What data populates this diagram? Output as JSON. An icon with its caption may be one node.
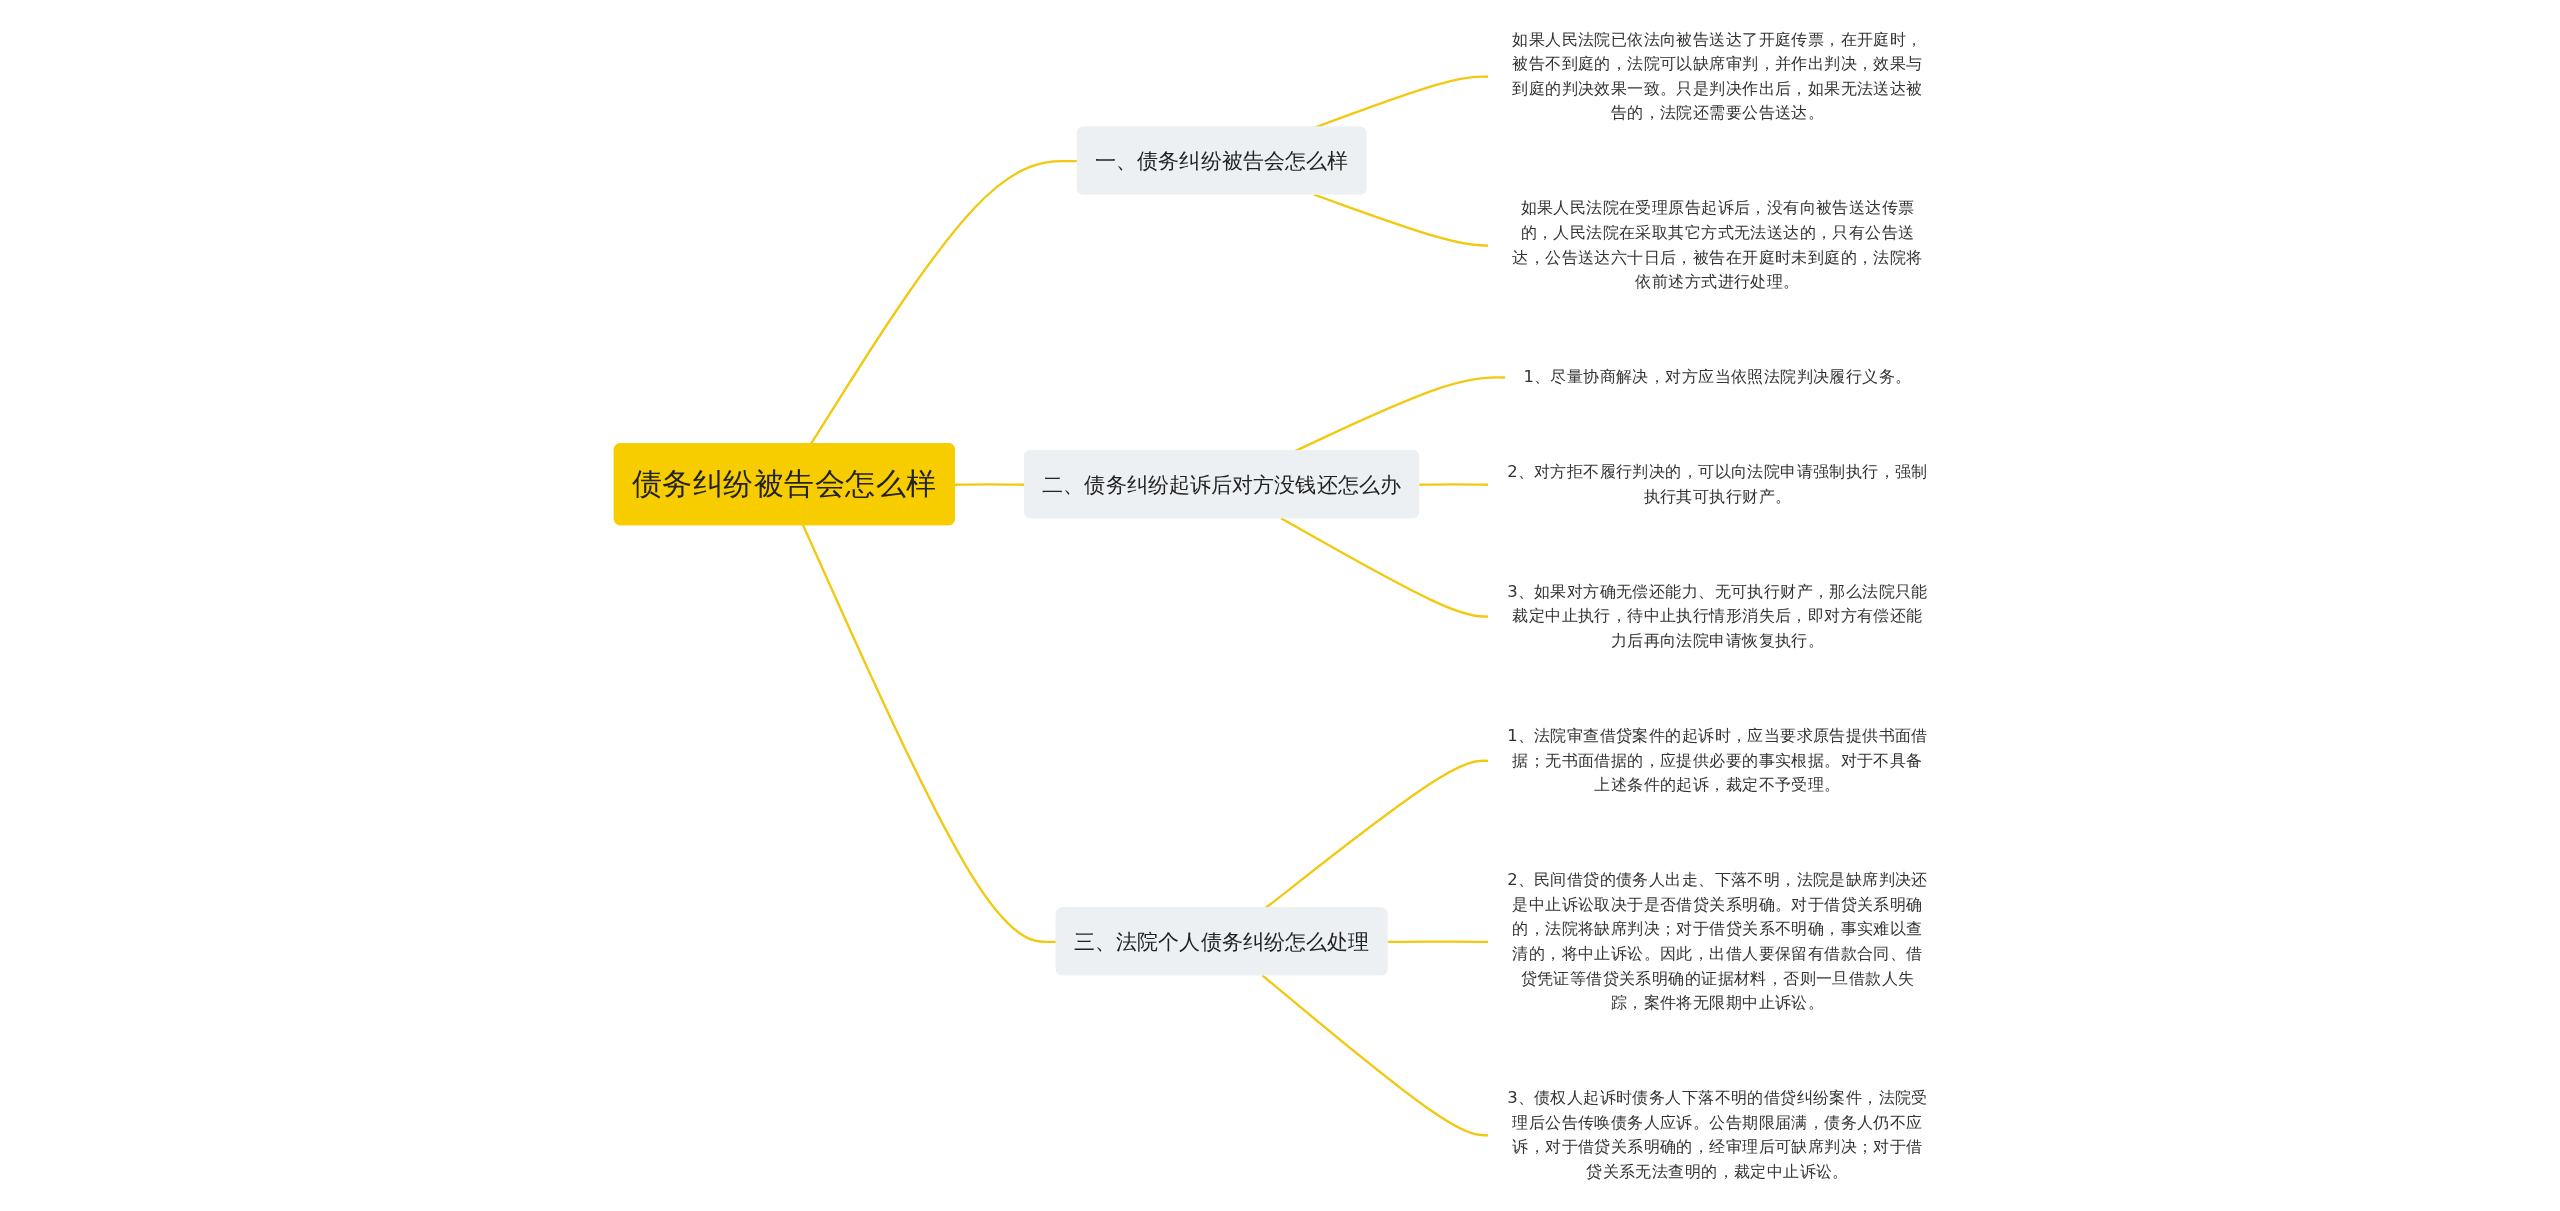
{
  "diagram": {
    "nodes": [
      {
        "text": [
          "债务纠纷被告会怎么样"
        ]
      },
      {
        "text": [
          "一、债务纠纷被告会怎么样"
        ]
      },
      {
        "text": [
          "如果人民法院已依法向被告送达了开庭传票，在开庭时，被告不到庭的，法院可以缺席审判，并作出判决，效果与到庭的判决效果一致。只是判决作出后，如果无法送达被告的，法院还需要公告送达。"
        ]
      },
      {
        "text": [
          "如果人民法院在受理原告起诉后，没有向被告送达传票的，人民法院在采取其它方式无法送达的，只有公告送达，公告送达六十日后，被告在开庭时未到庭的，法院将依前述方式进行处理。"
        ]
      },
      {
        "text": [
          "二、债务纠纷起诉后对方没钱还怎么办"
        ]
      },
      {
        "text": [
          "1、尽量协商解决，对方应当依照法院判决履行义务。"
        ]
      },
      {
        "text": [
          "2、对方拒不履行判决的，可以向法院申请强制执行，强制执行其可执行财产。"
        ]
      },
      {
        "text": [
          "3、如果对方确无偿还能力、无可执行财产，那么法院只能裁定中止执行，待中止执行情形消失后，即对方有偿还能力后再向法院申请恢复执行。"
        ]
      },
      {
        "text": [
          "三、法院个人债务纠纷怎么处理"
        ]
      },
      {
        "text": [
          "1、法院审查借贷案件的起诉时，应当要求原告提供书面借据；无书面借据的，应提供必要的事实根据。对于不具备上述条件的起诉，裁定不予受理。"
        ]
      },
      {
        "text": [
          "2、民间借贷的债务人出走、下落不明，法院是缺席判决还是中止诉讼取决于是否借贷关系明确。对于借贷关系明确的，法院将缺席判决；对于借贷关系不明确，事实难以查清的，将中止诉讼。因此，出借人要保留有借款合同、借贷凭证等借贷关系明确的证据材料，否则一旦借款人失踪，案件将无限期中止诉讼。"
        ]
      },
      {
        "text": [
          "3、债权人起诉时债务人下落不明的借贷纠纷案件，法院受理后公告传唤债务人应诉。公告期限届满，债务人仍不应诉，对于借贷关系明确的，经审理后可缺席判决；对于借贷关系无法查明的，裁定中止诉讼。"
        ]
      }
    ],
    "edges": [
      {
        "from": 0,
        "to": 1,
        "arrow": "none"
      },
      {
        "from": 1,
        "to": 2,
        "arrow": "none"
      },
      {
        "from": 1,
        "to": 3,
        "arrow": "none"
      },
      {
        "from": 0,
        "to": 4,
        "arrow": "none"
      },
      {
        "from": 4,
        "to": 5,
        "arrow": "none"
      },
      {
        "from": 4,
        "to": 6,
        "arrow": "none"
      },
      {
        "from": 4,
        "to": 7,
        "arrow": "none"
      },
      {
        "from": 0,
        "to": 8,
        "arrow": "none"
      },
      {
        "from": 8,
        "to": 9,
        "arrow": "none"
      },
      {
        "from": 8,
        "to": 10,
        "arrow": "none"
      },
      {
        "from": 8,
        "to": 11,
        "arrow": "none"
      }
    ]
  }
}
